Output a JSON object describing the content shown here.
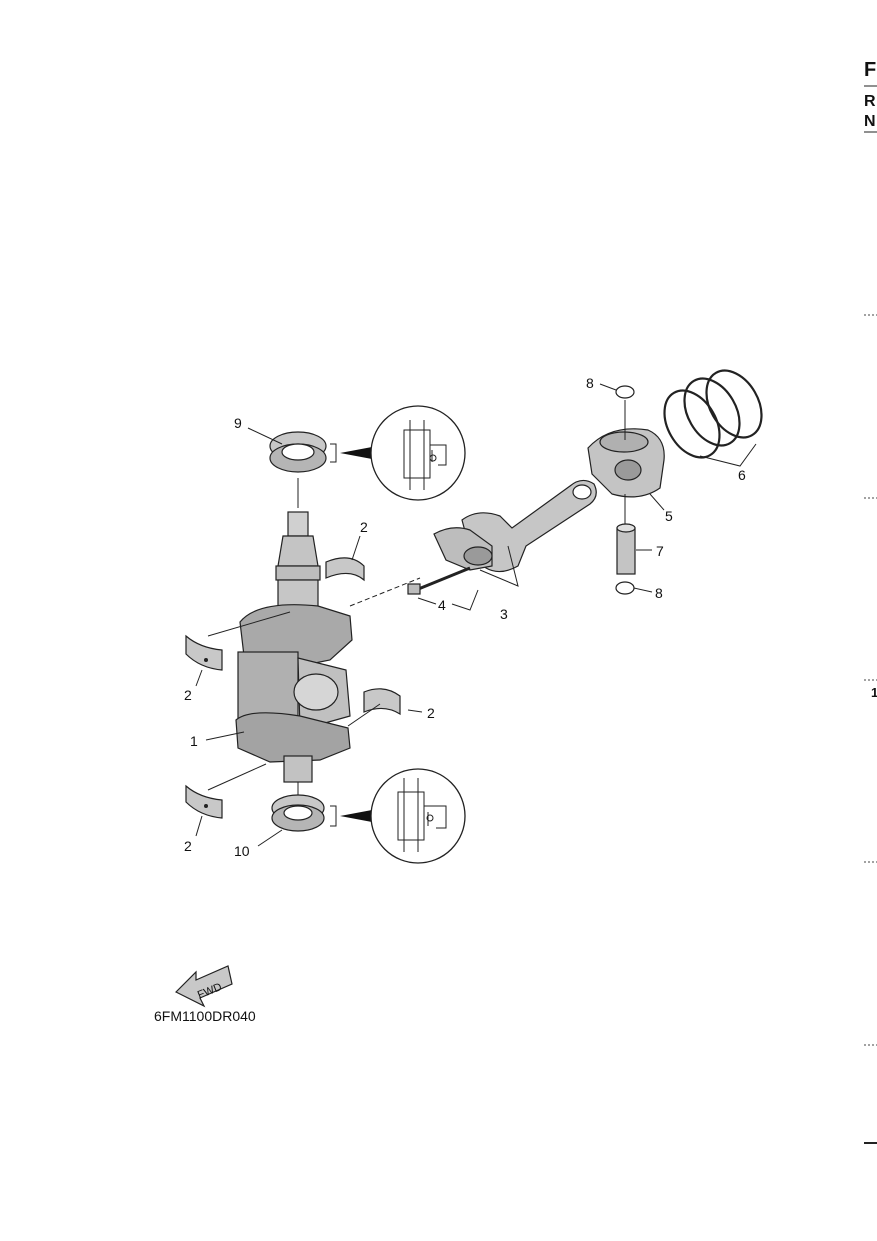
{
  "callouts": {
    "c1": "1",
    "c2a": "2",
    "c2b": "2",
    "c2c": "2",
    "c2d": "2",
    "c3": "3",
    "c4": "4",
    "c5": "5",
    "c6": "6",
    "c7": "7",
    "c8a": "8",
    "c8b": "8",
    "c9": "9",
    "c10": "10"
  },
  "fwd_label": "FWD",
  "drawing_code": "6FM1100DR040",
  "edge_tabs": {
    "t1": "F",
    "t2": "R",
    "t3": "N",
    "t4": "1"
  },
  "colors": {
    "metal": "#c8c8c8",
    "metal_dark": "#9a9a9a",
    "line": "#222222"
  }
}
